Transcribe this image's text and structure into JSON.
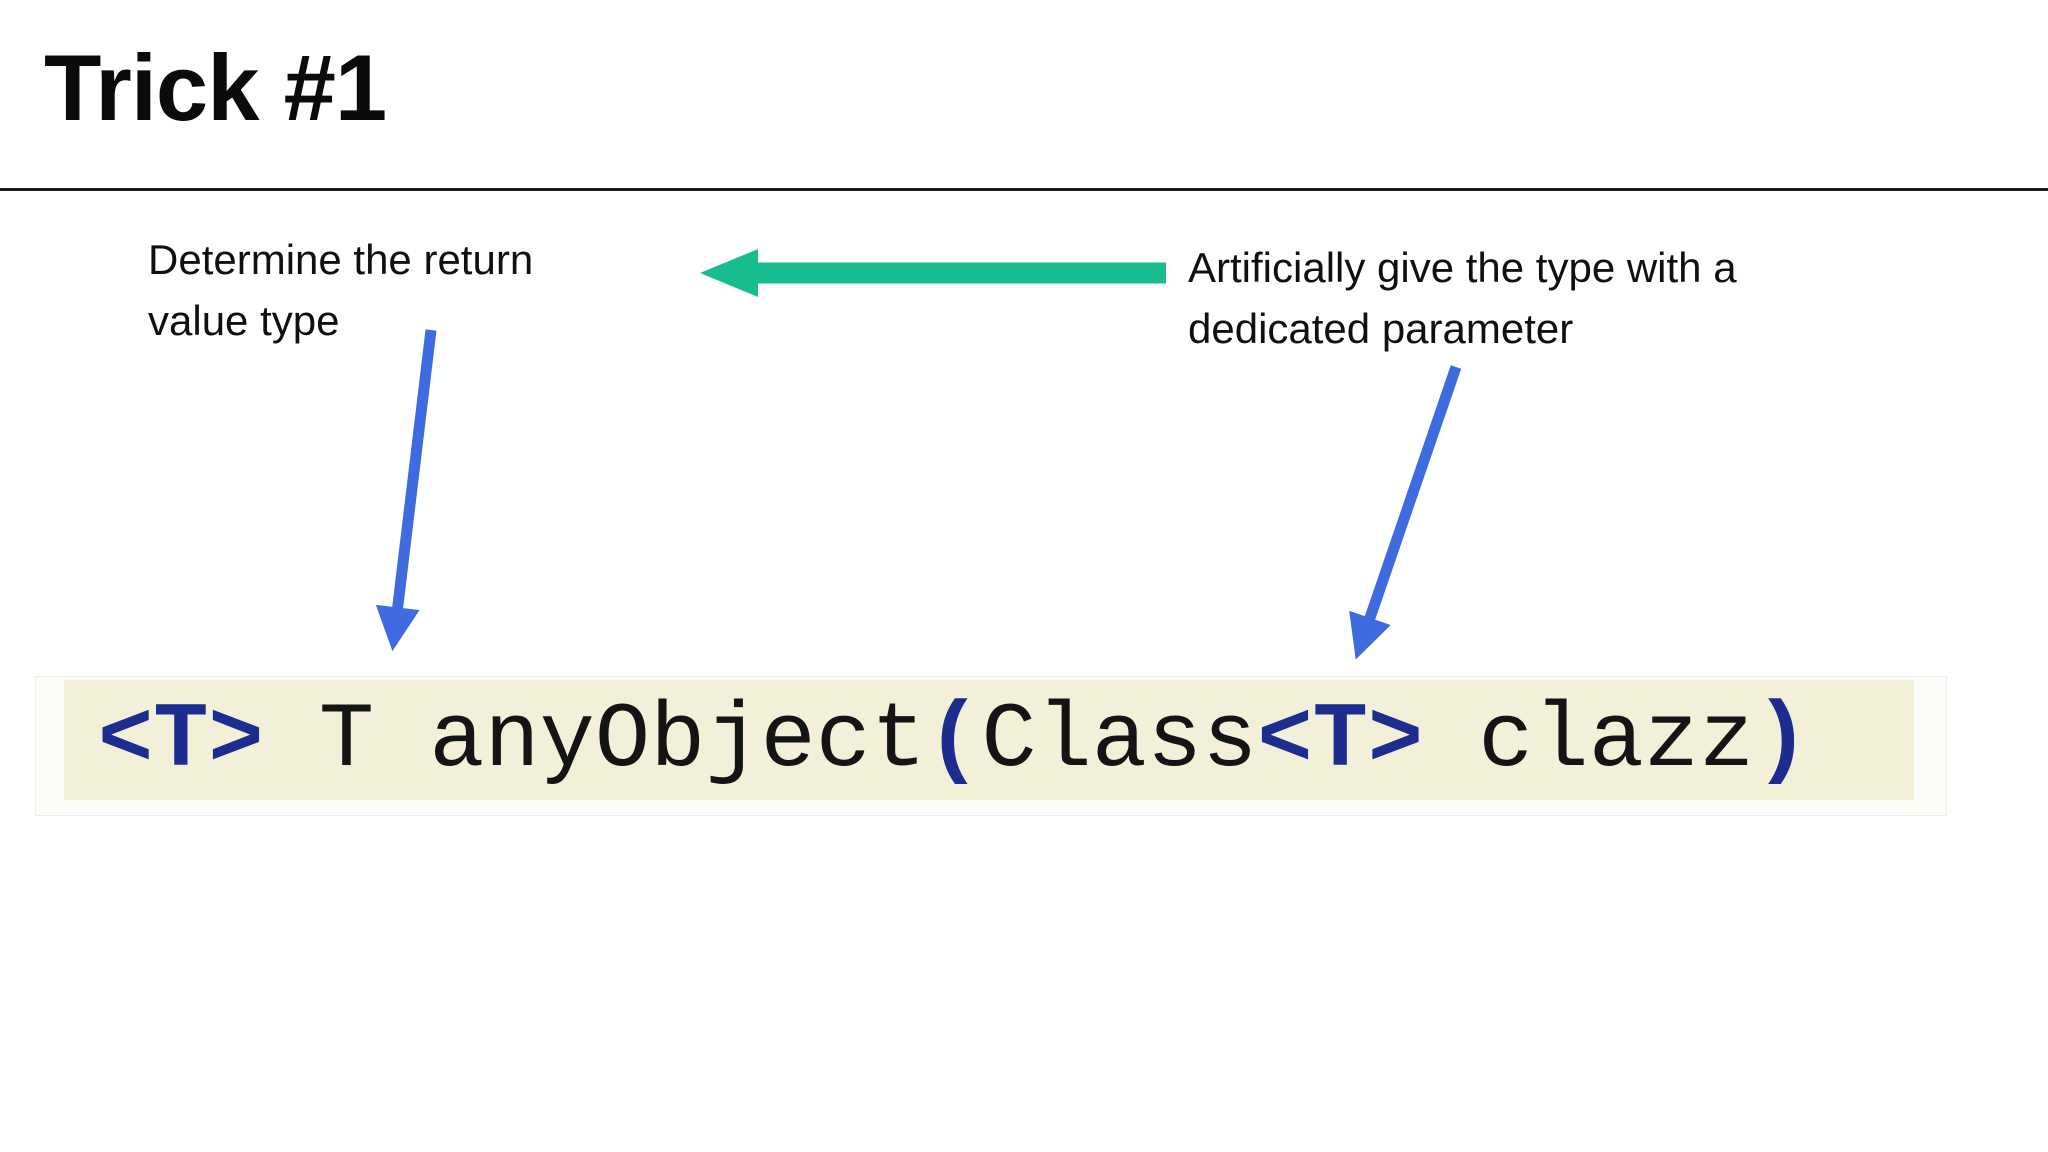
{
  "slide": {
    "title": "Trick #1",
    "annotation_left": "Determine the return value type",
    "annotation_right": "Artificially give the type with a dedicated parameter",
    "code": {
      "segments": [
        {
          "text": "<T>",
          "style": "kw"
        },
        {
          "text": " T anyObject",
          "style": "plain"
        },
        {
          "text": "(",
          "style": "kw"
        },
        {
          "text": "Class",
          "style": "plain"
        },
        {
          "text": "<T>",
          "style": "kw"
        },
        {
          "text": " clazz",
          "style": "plain"
        },
        {
          "text": ")",
          "style": "kw"
        }
      ]
    },
    "icons": {
      "green_arrow": "left-pointing-arrow",
      "blue_arrow_left": "down-pointing-arrow",
      "blue_arrow_right": "down-pointing-arrow"
    },
    "colors": {
      "arrow_green": "#17bd8e",
      "arrow_blue": "#3e6be0",
      "code_background": "#f3f0da",
      "code_keyword": "#1c2d8f"
    }
  }
}
